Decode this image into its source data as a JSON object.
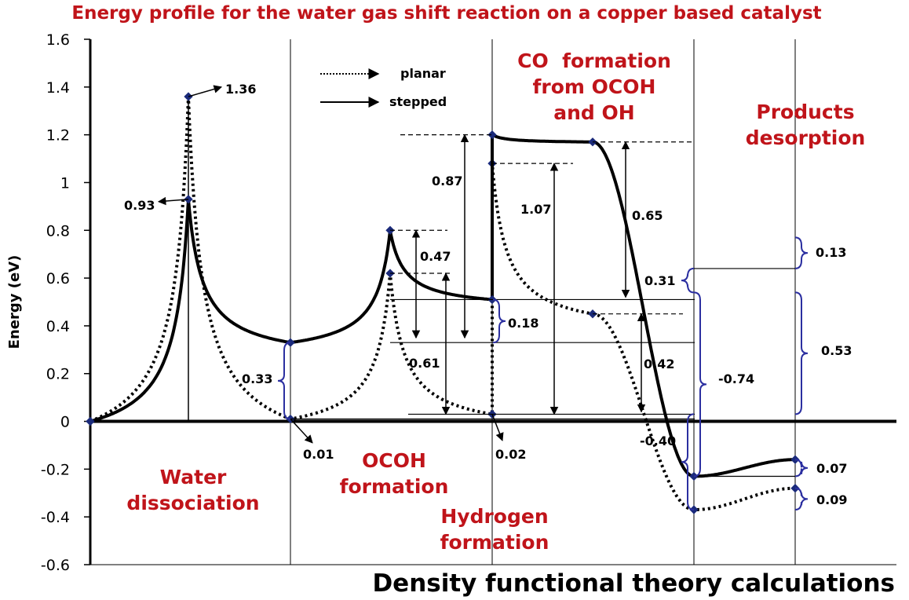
{
  "chart_data": {
    "type": "line",
    "title": "Energy profile for the water gas shift reaction on a copper based catalyst",
    "xlabel": "Density functional theory calculations",
    "ylabel": "Energy (eV)",
    "ylim": [
      -0.6,
      1.6
    ],
    "yticks": [
      "1.6",
      "1.4",
      "1.2",
      "1",
      "0.8",
      "0.6",
      "0.4",
      "0.2",
      "0",
      "-0.2",
      "-0.4",
      "-0.6"
    ],
    "legend": {
      "position": "top-center",
      "entries": [
        {
          "label": "planar",
          "style": "dotted"
        },
        {
          "label": "stepped",
          "style": "solid"
        }
      ]
    },
    "regions": [
      {
        "lines": [
          "Water",
          "dissociation"
        ]
      },
      {
        "lines": [
          "OCOH",
          "formation"
        ]
      },
      {
        "lines": [
          "Hydrogen",
          "formation"
        ]
      },
      {
        "lines": [
          "CO  formation",
          "from OCOH",
          "and OH"
        ]
      },
      {
        "lines": [
          "Products",
          "desorption"
        ]
      }
    ],
    "series": [
      {
        "name": "planar",
        "style": "dotted",
        "points": [
          {
            "state": 0,
            "energy": 0.0
          },
          {
            "state": 1,
            "energy": 1.36
          },
          {
            "state": 2,
            "energy": 0.01
          },
          {
            "state": 3,
            "energy": 0.62
          },
          {
            "state": 4,
            "energy": 0.03
          },
          {
            "state": 5,
            "energy": 1.08
          },
          {
            "state": 6,
            "energy": 0.45
          },
          {
            "state": 7,
            "energy": -0.37
          },
          {
            "state": 8,
            "energy": -0.28
          }
        ]
      },
      {
        "name": "stepped",
        "style": "solid",
        "points": [
          {
            "state": 0,
            "energy": 0.0
          },
          {
            "state": 1,
            "energy": 0.93
          },
          {
            "state": 2,
            "energy": 0.33
          },
          {
            "state": 3,
            "energy": 0.8
          },
          {
            "state": 4,
            "energy": 0.51
          },
          {
            "state": 5,
            "energy": 1.2
          },
          {
            "state": 6,
            "energy": 1.17
          },
          {
            "state": 7,
            "energy": -0.23
          },
          {
            "state": 8,
            "energy": -0.16
          }
        ]
      }
    ],
    "annotations": [
      "1.36",
      "0.93",
      "0.01",
      "0.02",
      "0.33",
      "0.47",
      "0.61",
      "0.87",
      "1.07",
      "0.18",
      "0.65",
      "0.42",
      "0.31",
      "-0.40",
      "-0.74",
      "0.53",
      "0.13",
      "0.07",
      "0.09"
    ]
  }
}
